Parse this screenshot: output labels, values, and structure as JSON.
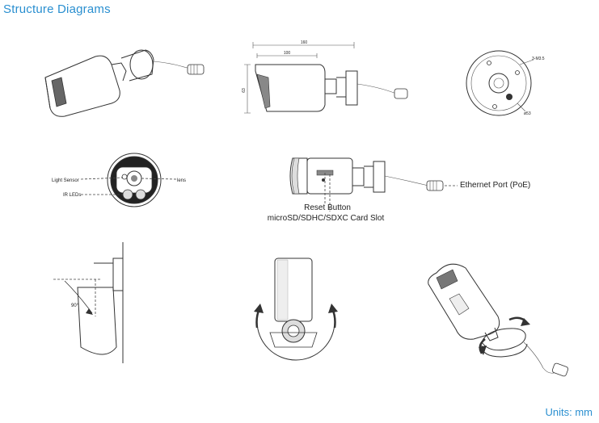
{
  "header": {
    "title": "Structure Diagrams"
  },
  "footer": {
    "units": "Units: mm"
  },
  "dimensions": {
    "overall_length": "160",
    "body_length": "100",
    "height": "63",
    "mount_hole": "3-M3.5",
    "mount_diameter": "ø53"
  },
  "front_view": {
    "light_sensor": "Light Sensor",
    "lens": "lens",
    "ir_leds": "IR LEDs"
  },
  "ports_view": {
    "reset": "Reset Button",
    "card_slot": "microSD/SDHC/SDXC Card Slot",
    "ethernet": "Ethernet Port (PoE)"
  },
  "tilt_view": {
    "angle": "90°"
  }
}
